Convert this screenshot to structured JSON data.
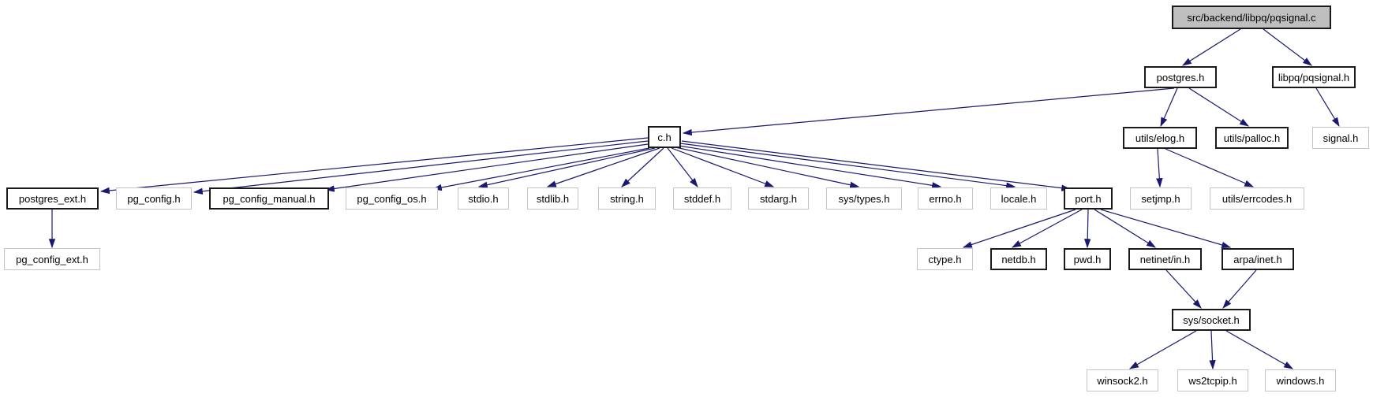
{
  "diagram": {
    "kind": "include-dependency-graph",
    "edge_color": "#191970",
    "root_fill": "#bfbfbf",
    "linked_border_color": "#1a1a1a",
    "plain_border_color": "#c5c5c5",
    "nodes": [
      {
        "id": "pqsignal_c",
        "label": "src/backend/libpq/pqsignal.c",
        "kind": "root"
      },
      {
        "id": "postgres_h",
        "label": "postgres.h",
        "kind": "linked"
      },
      {
        "id": "libpq_pqsignal_h",
        "label": "libpq/pqsignal.h",
        "kind": "linked"
      },
      {
        "id": "c_h",
        "label": "c.h",
        "kind": "linked"
      },
      {
        "id": "utils_elog_h",
        "label": "utils/elog.h",
        "kind": "linked"
      },
      {
        "id": "utils_palloc_h",
        "label": "utils/palloc.h",
        "kind": "linked"
      },
      {
        "id": "signal_h",
        "label": "signal.h",
        "kind": "plain"
      },
      {
        "id": "postgres_ext_h",
        "label": "postgres_ext.h",
        "kind": "linked"
      },
      {
        "id": "pg_config_h",
        "label": "pg_config.h",
        "kind": "plain"
      },
      {
        "id": "pg_config_manual_h",
        "label": "pg_config_manual.h",
        "kind": "linked"
      },
      {
        "id": "pg_config_os_h",
        "label": "pg_config_os.h",
        "kind": "plain"
      },
      {
        "id": "stdio_h",
        "label": "stdio.h",
        "kind": "plain"
      },
      {
        "id": "stdlib_h",
        "label": "stdlib.h",
        "kind": "plain"
      },
      {
        "id": "string_h",
        "label": "string.h",
        "kind": "plain"
      },
      {
        "id": "stddef_h",
        "label": "stddef.h",
        "kind": "plain"
      },
      {
        "id": "stdarg_h",
        "label": "stdarg.h",
        "kind": "plain"
      },
      {
        "id": "sys_types_h",
        "label": "sys/types.h",
        "kind": "plain"
      },
      {
        "id": "errno_h",
        "label": "errno.h",
        "kind": "plain"
      },
      {
        "id": "locale_h",
        "label": "locale.h",
        "kind": "plain"
      },
      {
        "id": "port_h",
        "label": "port.h",
        "kind": "linked"
      },
      {
        "id": "setjmp_h",
        "label": "setjmp.h",
        "kind": "plain"
      },
      {
        "id": "utils_errcodes_h",
        "label": "utils/errcodes.h",
        "kind": "plain"
      },
      {
        "id": "pg_config_ext_h",
        "label": "pg_config_ext.h",
        "kind": "plain"
      },
      {
        "id": "ctype_h",
        "label": "ctype.h",
        "kind": "plain"
      },
      {
        "id": "netdb_h",
        "label": "netdb.h",
        "kind": "linked"
      },
      {
        "id": "pwd_h",
        "label": "pwd.h",
        "kind": "linked"
      },
      {
        "id": "netinet_in_h",
        "label": "netinet/in.h",
        "kind": "linked"
      },
      {
        "id": "arpa_inet_h",
        "label": "arpa/inet.h",
        "kind": "linked"
      },
      {
        "id": "sys_socket_h",
        "label": "sys/socket.h",
        "kind": "linked"
      },
      {
        "id": "winsock2_h",
        "label": "winsock2.h",
        "kind": "plain"
      },
      {
        "id": "ws2tcpip_h",
        "label": "ws2tcpip.h",
        "kind": "plain"
      },
      {
        "id": "windows_h",
        "label": "windows.h",
        "kind": "plain"
      }
    ],
    "edges": [
      {
        "from": "pqsignal_c",
        "to": "postgres_h"
      },
      {
        "from": "pqsignal_c",
        "to": "libpq_pqsignal_h"
      },
      {
        "from": "postgres_h",
        "to": "c_h"
      },
      {
        "from": "postgres_h",
        "to": "utils_elog_h"
      },
      {
        "from": "postgres_h",
        "to": "utils_palloc_h"
      },
      {
        "from": "libpq_pqsignal_h",
        "to": "signal_h"
      },
      {
        "from": "c_h",
        "to": "postgres_ext_h"
      },
      {
        "from": "c_h",
        "to": "pg_config_h"
      },
      {
        "from": "c_h",
        "to": "pg_config_manual_h"
      },
      {
        "from": "c_h",
        "to": "pg_config_os_h"
      },
      {
        "from": "c_h",
        "to": "stdio_h"
      },
      {
        "from": "c_h",
        "to": "stdlib_h"
      },
      {
        "from": "c_h",
        "to": "string_h"
      },
      {
        "from": "c_h",
        "to": "stddef_h"
      },
      {
        "from": "c_h",
        "to": "stdarg_h"
      },
      {
        "from": "c_h",
        "to": "sys_types_h"
      },
      {
        "from": "c_h",
        "to": "errno_h"
      },
      {
        "from": "c_h",
        "to": "locale_h"
      },
      {
        "from": "c_h",
        "to": "port_h"
      },
      {
        "from": "postgres_ext_h",
        "to": "pg_config_ext_h"
      },
      {
        "from": "utils_elog_h",
        "to": "setjmp_h"
      },
      {
        "from": "utils_elog_h",
        "to": "utils_errcodes_h"
      },
      {
        "from": "port_h",
        "to": "ctype_h"
      },
      {
        "from": "port_h",
        "to": "netdb_h"
      },
      {
        "from": "port_h",
        "to": "pwd_h"
      },
      {
        "from": "port_h",
        "to": "netinet_in_h"
      },
      {
        "from": "port_h",
        "to": "arpa_inet_h"
      },
      {
        "from": "netinet_in_h",
        "to": "sys_socket_h"
      },
      {
        "from": "arpa_inet_h",
        "to": "sys_socket_h"
      },
      {
        "from": "sys_socket_h",
        "to": "winsock2_h"
      },
      {
        "from": "sys_socket_h",
        "to": "ws2tcpip_h"
      },
      {
        "from": "sys_socket_h",
        "to": "windows_h"
      }
    ]
  }
}
